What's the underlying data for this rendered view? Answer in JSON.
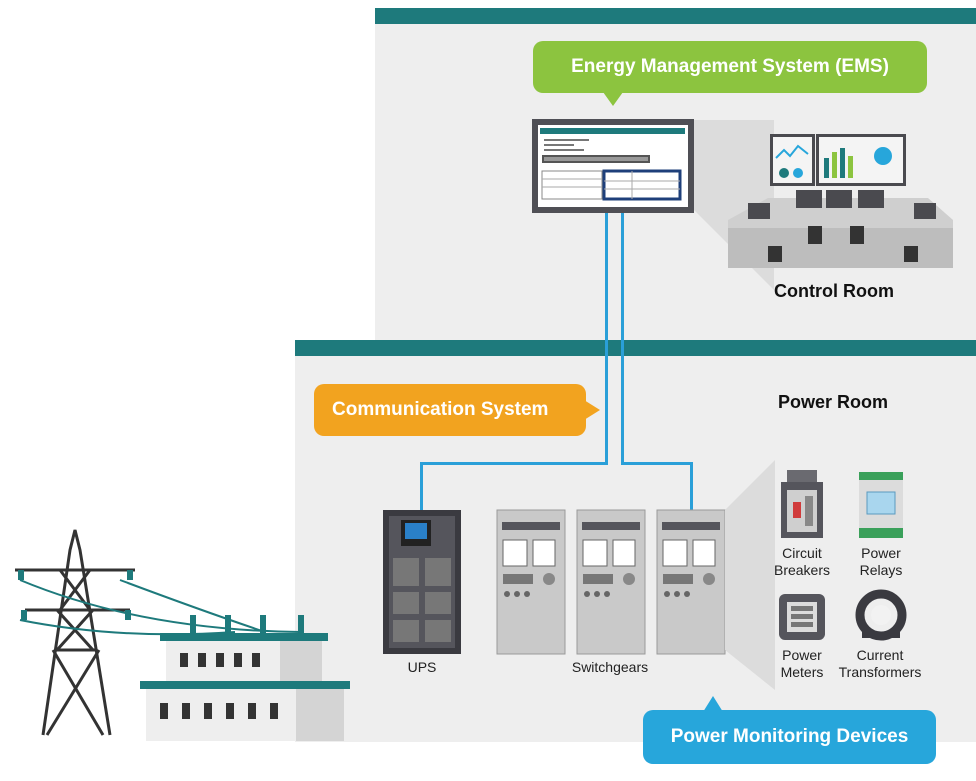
{
  "colors": {
    "teal": "#1e7a7c",
    "ems_green": "#8cc43f",
    "comm_orange": "#f2a31f",
    "pmd_blue": "#27a6db",
    "link_blue": "#2a9fd8"
  },
  "callouts": {
    "ems": "Energy Management System (EMS)",
    "communication": "Communication System",
    "power_monitoring": "Power Monitoring Devices"
  },
  "rooms": {
    "control": "Control Room",
    "power": "Power Room"
  },
  "equipment": {
    "ups": "UPS",
    "switchgears": "Switchgears"
  },
  "devices": {
    "circuit_breakers": [
      "Circuit",
      "Breakers"
    ],
    "power_relays": [
      "Power",
      "Relays"
    ],
    "power_meters": [
      "Power",
      "Meters"
    ],
    "current_transformers": [
      "Current",
      "Transformers"
    ]
  },
  "icons": [
    "monitor-icon",
    "control-room-icon",
    "ups-icon",
    "switchgear-icon",
    "circuit-breaker-icon",
    "power-relay-icon",
    "power-meter-icon",
    "current-transformer-icon",
    "transmission-tower-icon",
    "substation-icon"
  ]
}
